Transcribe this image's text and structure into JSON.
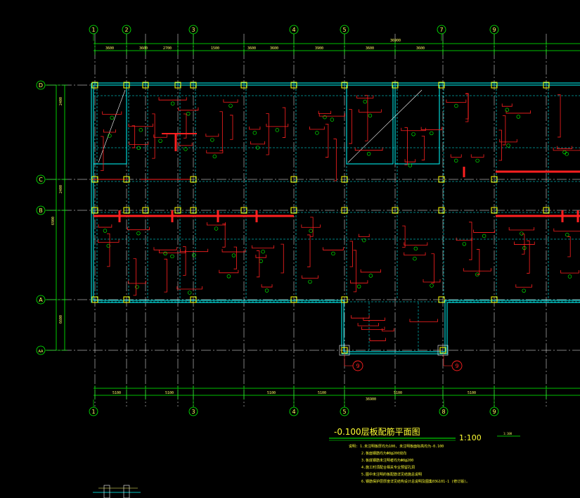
{
  "drawing": {
    "title": "-0.100层板配筋平面图",
    "scale": "1:100",
    "scale_small": "1:100"
  },
  "axes": {
    "top": [
      "1",
      "2",
      "3",
      "4",
      "5",
      "7",
      "9"
    ],
    "bottom": [
      "1",
      "3",
      "4",
      "5",
      "8",
      "9"
    ],
    "left": [
      "D",
      "C",
      "B",
      "A",
      "AA"
    ],
    "stair_markers": [
      "9",
      "9"
    ]
  },
  "dimensions": {
    "top_total": "36900",
    "bottom_total": "36900",
    "top_segments": [
      "3600",
      "3600",
      "2700",
      "1500",
      "3600",
      "3600",
      "3900",
      "3600",
      "3600"
    ],
    "bottom_segments": [
      "5100",
      "5100",
      "5100",
      "5100",
      "5100",
      "5100"
    ],
    "left_segments": [
      "2400",
      "2400",
      "6600"
    ],
    "left_total": "6900"
  },
  "notes": {
    "lines": [
      "说明: 1.未注明板厚均为100, 未注明板面标高均为-0.100",
      "2.板面钢筋均为Φ8@200双向",
      "3.板底钢筋未注明者均为Φ8@200",
      "4.施工时须配合相关专业预留孔洞",
      "5.图中未注明的板配筋详见结施总说明",
      "6.钢筋保护层厚度详见结构设计总说明及图集03G101-1 (修订版)。"
    ]
  },
  "colors": {
    "background": "#000000",
    "axis_line": "#ffffff",
    "grid_bubble": "#00ff00",
    "dimension": "#00ff00",
    "wall": "#00ffff",
    "beam_dashed": "#00ffff",
    "rebar": "#ff2020",
    "column": "#ffff00",
    "label": "#ffff33",
    "bubble_red": "#ff2020"
  }
}
